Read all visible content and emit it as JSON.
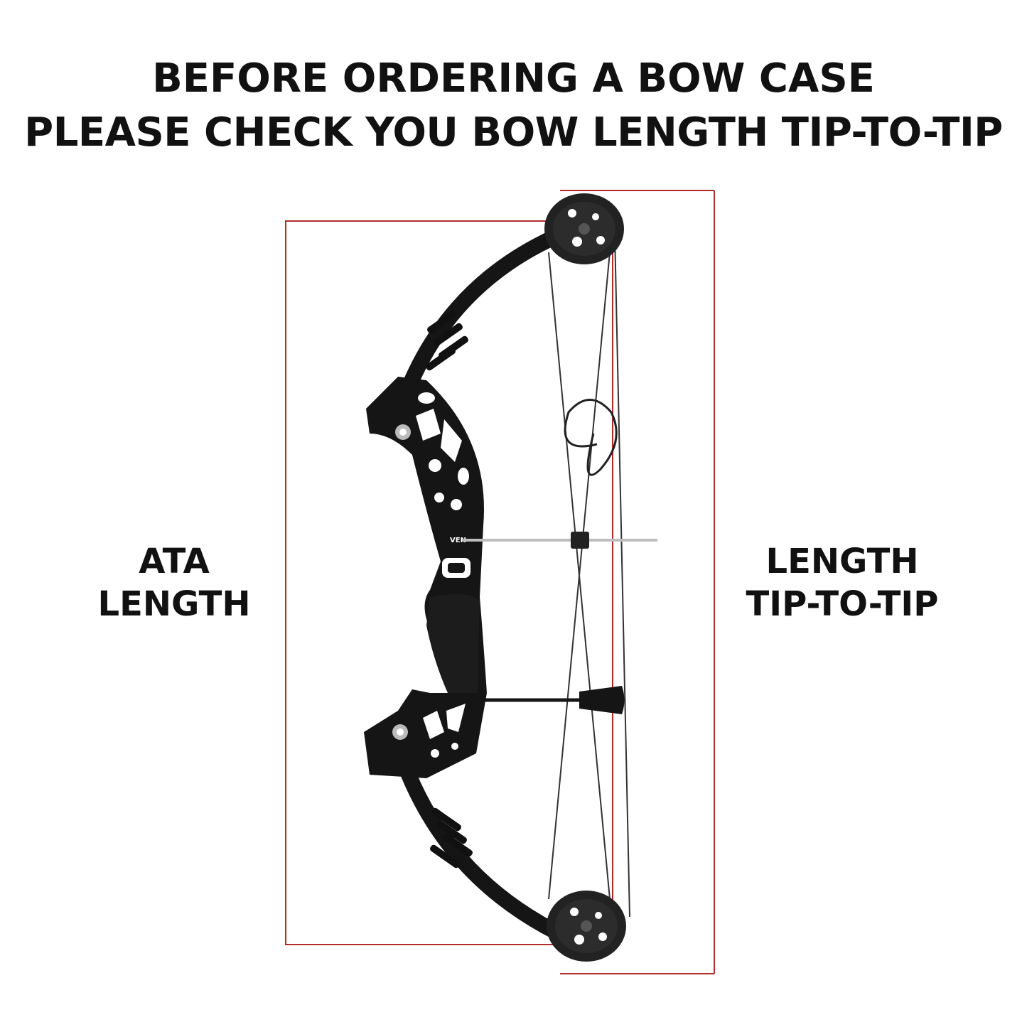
{
  "header": {
    "line1": "BEFORE ORDERING A BOW CASE",
    "line2": "PLEASE CHECK YOU BOW LENGTH TIP-TO-TIP"
  },
  "labels": {
    "ata_line1": "ATA",
    "ata_line2": "LENGTH",
    "tip_line1": "LENGTH",
    "tip_line2": "TIP-TO-TIP"
  },
  "bow": {
    "riser_mark": "VEN"
  },
  "colors": {
    "measure_line": "#b22a2a",
    "text": "#111111",
    "bow": "#151515"
  }
}
